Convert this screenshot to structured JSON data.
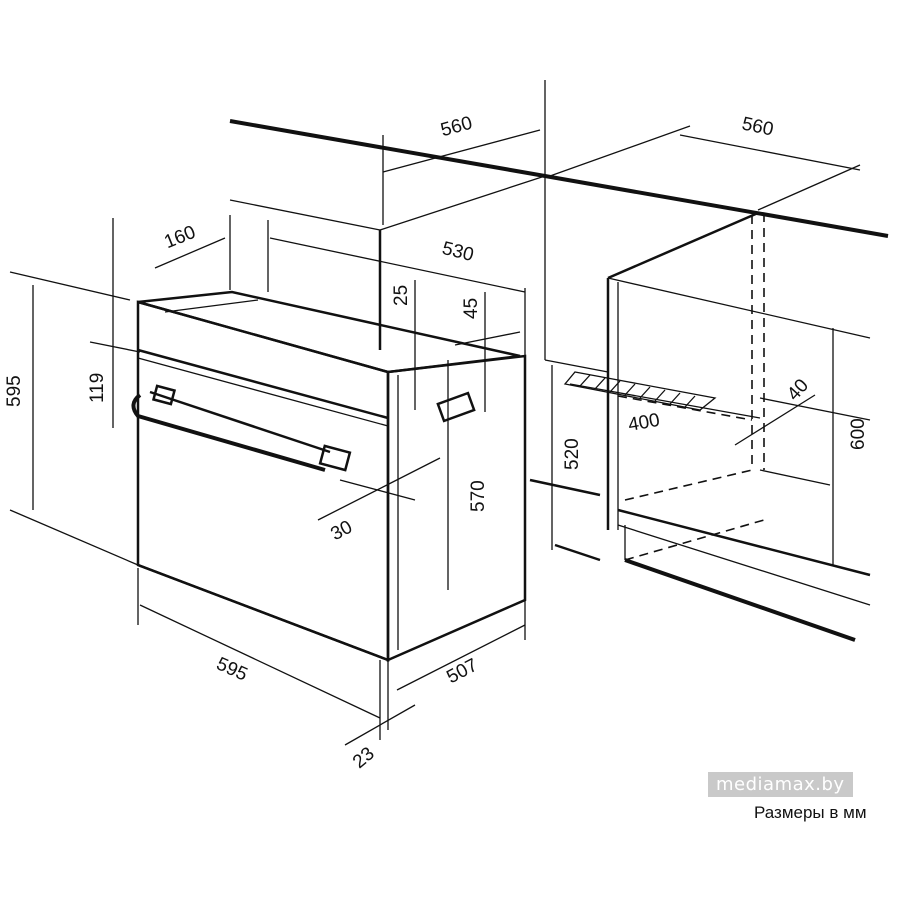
{
  "dimensions": {
    "niche_width": "560",
    "niche_depth": "560",
    "oven_depth_top": "530",
    "side_clearance": "160",
    "gap_25": "25",
    "gap_45": "45",
    "oven_height": "595",
    "panel_119": "119",
    "handle_30": "30",
    "body_570": "570",
    "oven_width": "595",
    "body_depth": "507",
    "front_23": "23",
    "cut_520": "520",
    "niche_height": "600",
    "vent_400": "400",
    "vent_40": "40"
  },
  "watermark": "mediamax.by",
  "caption": "Размеры в мм"
}
